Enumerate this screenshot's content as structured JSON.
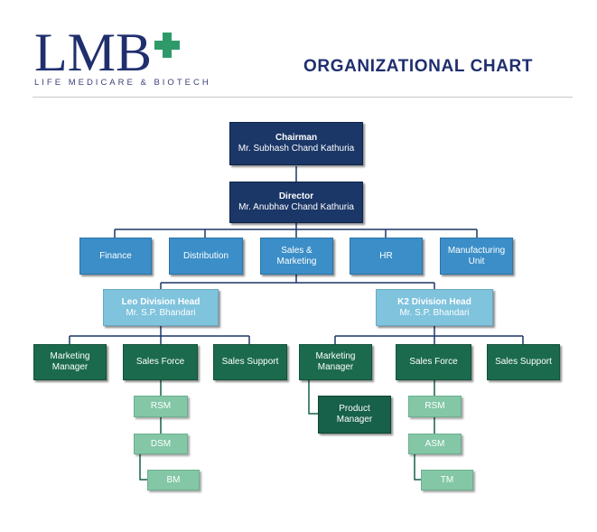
{
  "brand": {
    "logo_text": "LMB",
    "tagline": "LIFE MEDICARE & BIOTECH",
    "colors": {
      "navy": "#1f2f6e",
      "green": "#2e9a6a"
    }
  },
  "title": "ORGANIZATIONAL CHART",
  "chart": {
    "chairman": {
      "role": "Chairman",
      "name": "Mr. Subhash Chand Kathuria"
    },
    "director": {
      "role": "Director",
      "name": "Mr. Anubhav Chand Kathuria"
    },
    "departments": [
      "Finance",
      "Distribution",
      "Sales &",
      "Marketing",
      "HR",
      "Manufacturing",
      "Unit"
    ],
    "leo": {
      "role": "Leo Division Head",
      "name": "Mr. S.P. Bhandari"
    },
    "k2": {
      "role": "K2 Division Head",
      "name": "Mr. S.P. Bhandari"
    },
    "leo_units": [
      "Marketing",
      "Manager",
      "Sales Force",
      "Sales Support"
    ],
    "k2_units": [
      "Marketing",
      "Manager",
      "Sales Force",
      "Sales Support"
    ],
    "product_manager": [
      "Product",
      "Manager"
    ],
    "leo_sales_levels": [
      "RSM",
      "DSM",
      "BM"
    ],
    "k2_sales_levels": [
      "RSM",
      "ASM",
      "TM"
    ]
  }
}
